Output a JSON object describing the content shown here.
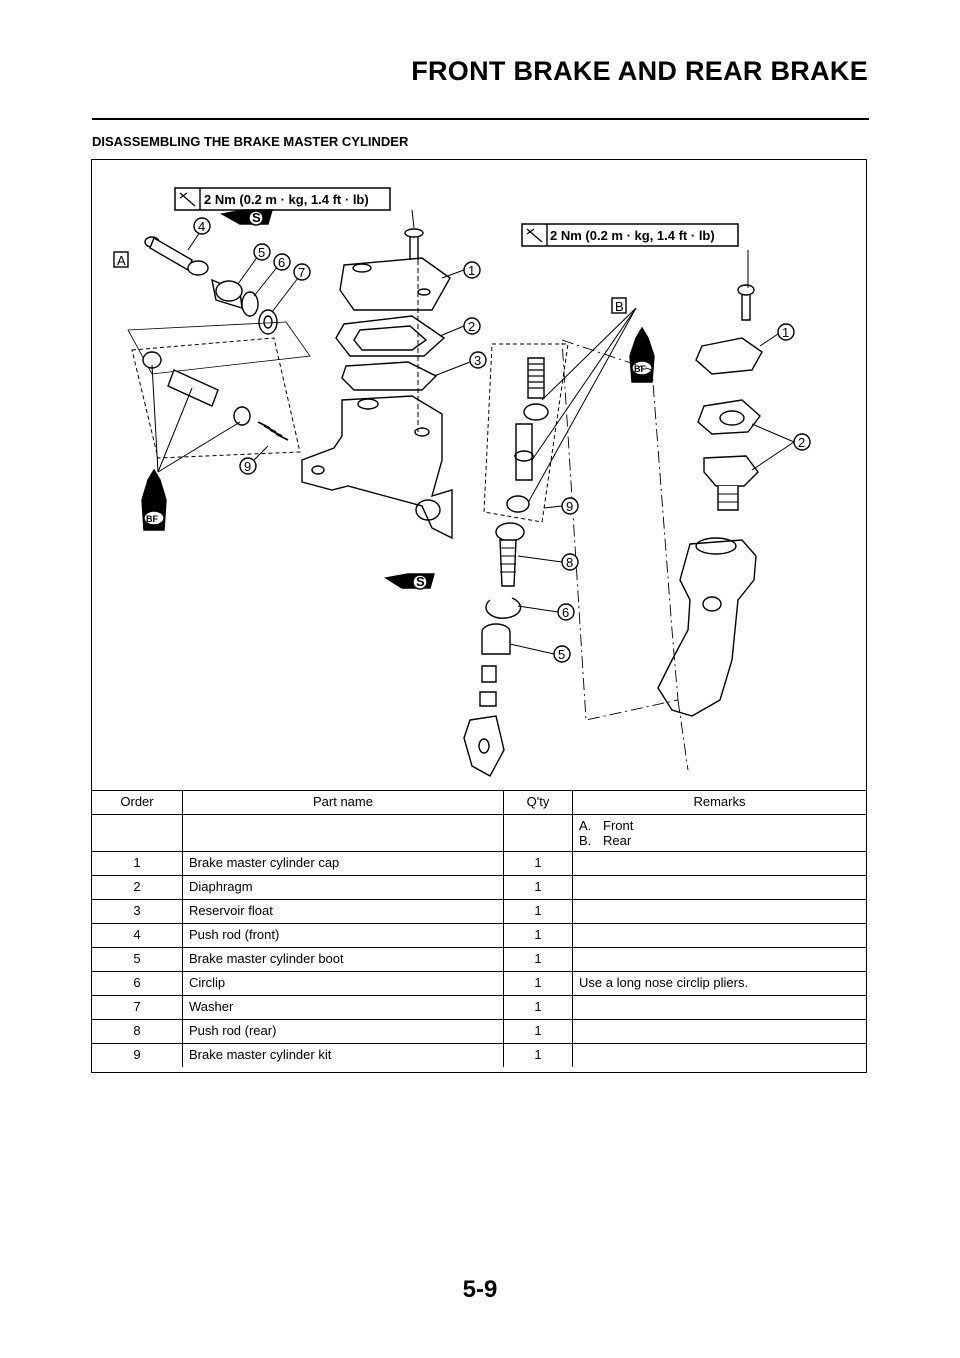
{
  "header": {
    "title": "FRONT BRAKE AND REAR BRAKE"
  },
  "section": {
    "title": "DISASSEMBLING THE BRAKE MASTER CYLINDER"
  },
  "diagram": {
    "torque_front": "2 Nm (0.2 m · kg, 1.4 ft · lb)",
    "torque_rear": "2 Nm (0.2 m · kg, 1.4 ft · lb)",
    "label_a": "A",
    "label_b": "B",
    "grease_s": "S",
    "brake_fluid": "BF",
    "callouts": {
      "front_1": "1",
      "front_2": "2",
      "front_3": "3",
      "front_4": "4",
      "front_5": "5",
      "front_6": "6",
      "front_7": "7",
      "front_9": "9",
      "rear_9": "9",
      "rear_8": "8",
      "rear_6": "6",
      "rear_5": "5",
      "rear_1": "1",
      "rear_2": "2"
    }
  },
  "table": {
    "headers": {
      "order": "Order",
      "part_name": "Part name",
      "qty": "Q'ty",
      "remarks": "Remarks"
    },
    "remarks_header_row": [
      {
        "key": "A.",
        "text": "Front"
      },
      {
        "key": "B.",
        "text": "Rear"
      }
    ],
    "rows": [
      {
        "order": "1",
        "part_name": "Brake master cylinder cap",
        "qty": "1",
        "remarks": ""
      },
      {
        "order": "2",
        "part_name": "Diaphragm",
        "qty": "1",
        "remarks": ""
      },
      {
        "order": "3",
        "part_name": "Reservoir float",
        "qty": "1",
        "remarks": ""
      },
      {
        "order": "4",
        "part_name": "Push rod (front)",
        "qty": "1",
        "remarks": ""
      },
      {
        "order": "5",
        "part_name": "Brake master cylinder boot",
        "qty": "1",
        "remarks": ""
      },
      {
        "order": "6",
        "part_name": "Circlip",
        "qty": "1",
        "remarks": "Use a long nose circlip pliers."
      },
      {
        "order": "7",
        "part_name": "Washer",
        "qty": "1",
        "remarks": ""
      },
      {
        "order": "8",
        "part_name": "Push rod (rear)",
        "qty": "1",
        "remarks": ""
      },
      {
        "order": "9",
        "part_name": "Brake master cylinder kit",
        "qty": "1",
        "remarks": ""
      }
    ]
  },
  "footer": {
    "page_number": "5-9"
  }
}
